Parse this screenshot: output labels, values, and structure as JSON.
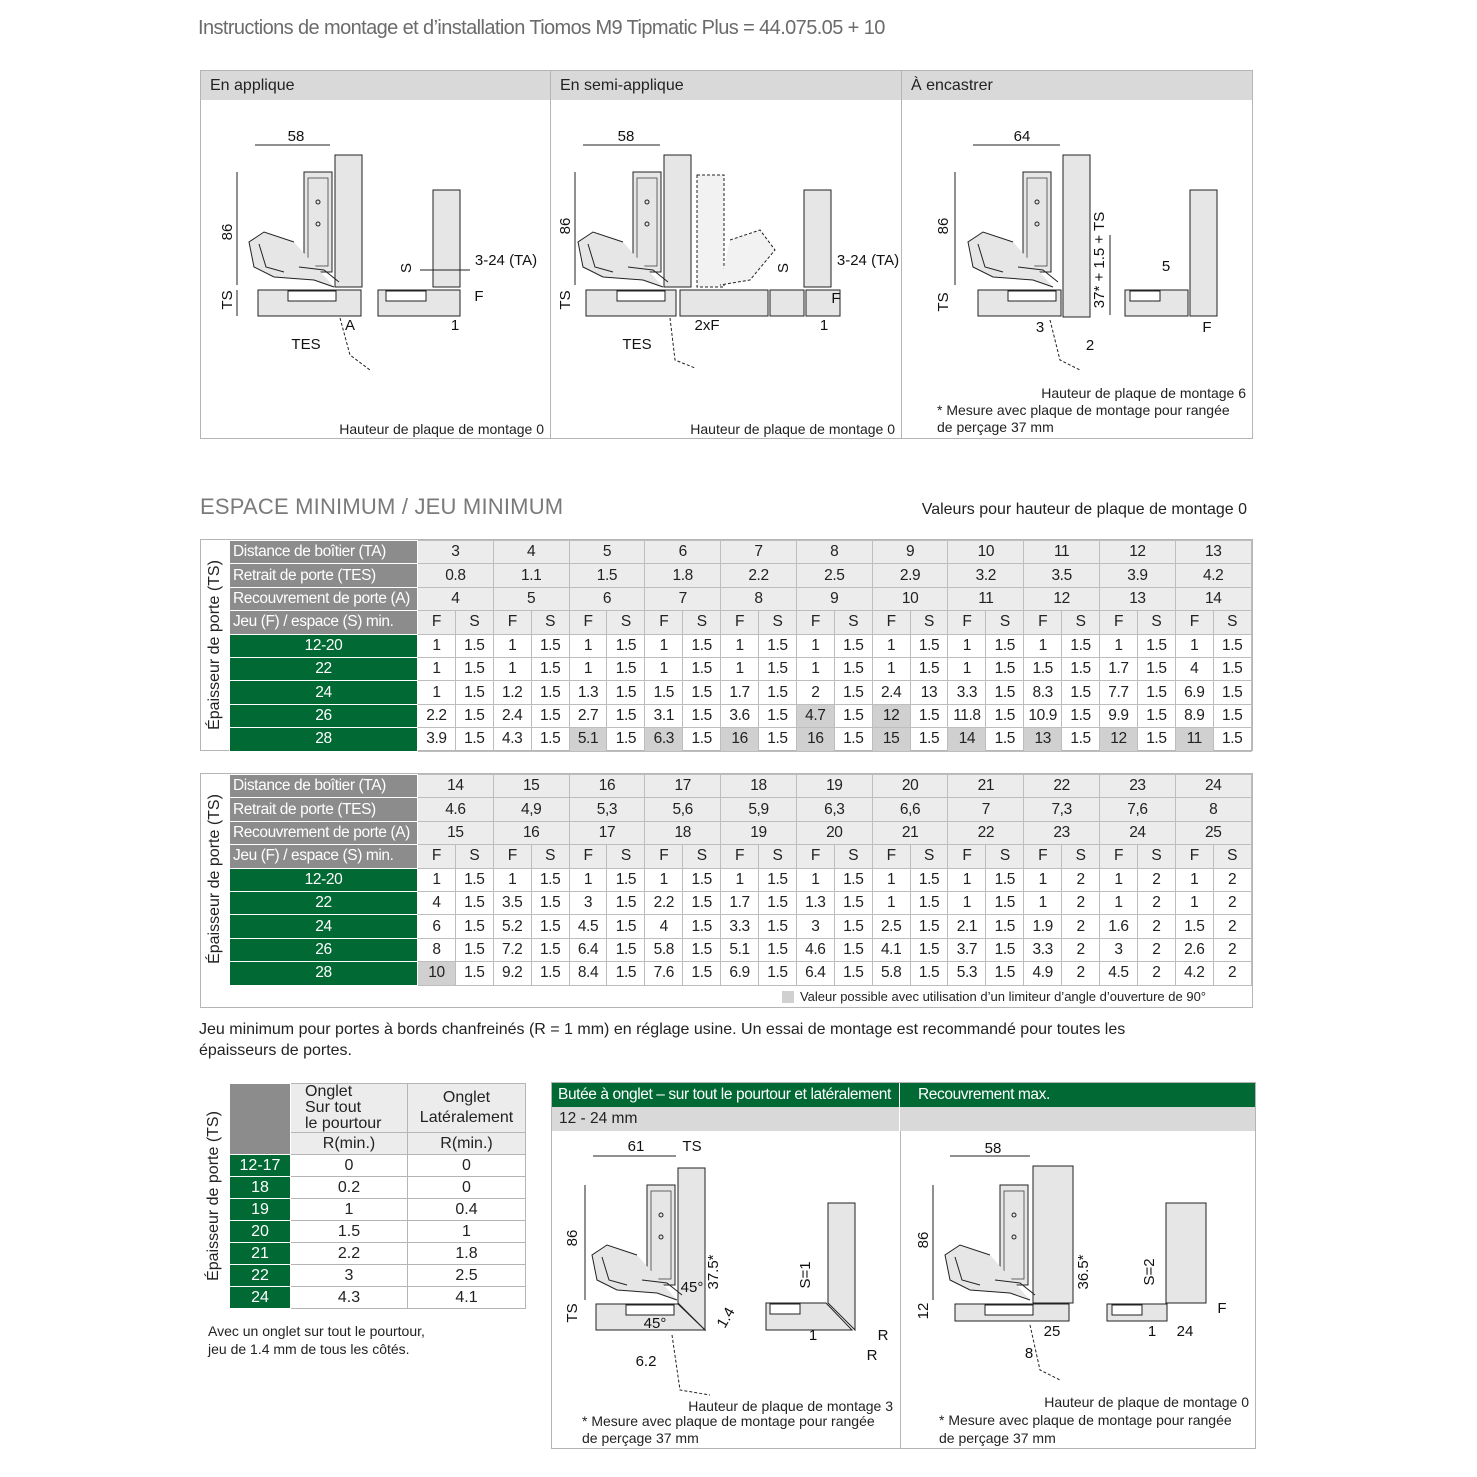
{
  "title": "Instructions de montage et d’installation Tiomos M9 Tipmatic Plus = 44.075.05 + 10",
  "panels": [
    {
      "heading": "En applique",
      "caption": "Hauteur de plaque de montage 0",
      "labels": {
        "width": "58",
        "height": "86",
        "ts": "TS",
        "tes": "TES",
        "a": "A",
        "s": "S",
        "ta": "3-24 (TA)",
        "f": "F",
        "one": "1"
      }
    },
    {
      "heading": "En semi-applique",
      "caption": "Hauteur de plaque de montage 0",
      "labels": {
        "width": "58",
        "height": "86",
        "ts": "TS",
        "tes": "TES",
        "twof": "2xF",
        "s": "S",
        "ta": "3-24 (TA)",
        "f": "F",
        "one": "1"
      }
    },
    {
      "heading": "À encastrer",
      "caption": "Hauteur de plaque de montage 6",
      "footnote": "* Mesure avec plaque de montage pour rangée de perçage 37 mm",
      "labels": {
        "width": "64",
        "height": "86",
        "ts": "TS",
        "formula": "37* + 1.5 + TS",
        "five": "5",
        "three": "3",
        "two": "2",
        "f": "F"
      }
    }
  ],
  "section": {
    "title": "ESPACE MINIMUM / JEU MINIMUM",
    "subtitle": "Valeurs pour hauteur de plaque de montage 0"
  },
  "row_labels": {
    "ta": "Distance de boîtier (TA)",
    "tes": "Retrait de porte (TES)",
    "a": "Recouvrement de porte (A)",
    "fs": "Jeu (F) / espace (S) min.",
    "f": "F",
    "s": "S",
    "vertical": "Épaisseur de porte (TS)"
  },
  "tables": [
    {
      "ta": [
        "3",
        "4",
        "5",
        "6",
        "7",
        "8",
        "9",
        "10",
        "11",
        "12",
        "13"
      ],
      "tes": [
        "0.8",
        "1.1",
        "1.5",
        "1.8",
        "2.2",
        "2.5",
        "2.9",
        "3.2",
        "3.5",
        "3.9",
        "4.2"
      ],
      "a": [
        "4",
        "5",
        "6",
        "7",
        "8",
        "9",
        "10",
        "11",
        "12",
        "13",
        "14"
      ],
      "rows": [
        {
          "ts": "12-20",
          "values": [
            [
              "1",
              "1.5"
            ],
            [
              "1",
              "1.5"
            ],
            [
              "1",
              "1.5"
            ],
            [
              "1",
              "1.5"
            ],
            [
              "1",
              "1.5"
            ],
            [
              "1",
              "1.5"
            ],
            [
              "1",
              "1.5"
            ],
            [
              "1",
              "1.5"
            ],
            [
              "1",
              "1.5"
            ],
            [
              "1",
              "1.5"
            ],
            [
              "1",
              "1.5"
            ]
          ]
        },
        {
          "ts": "22",
          "values": [
            [
              "1",
              "1.5"
            ],
            [
              "1",
              "1.5"
            ],
            [
              "1",
              "1.5"
            ],
            [
              "1",
              "1.5"
            ],
            [
              "1",
              "1.5"
            ],
            [
              "1",
              "1.5"
            ],
            [
              "1",
              "1.5"
            ],
            [
              "1",
              "1.5"
            ],
            [
              "1.5",
              "1.5"
            ],
            [
              "1.7",
              "1.5"
            ],
            [
              "4",
              "1.5"
            ]
          ]
        },
        {
          "ts": "24",
          "values": [
            [
              "1",
              "1.5"
            ],
            [
              "1.2",
              "1.5"
            ],
            [
              "1.3",
              "1.5"
            ],
            [
              "1.5",
              "1.5"
            ],
            [
              "1.7",
              "1.5"
            ],
            [
              "2",
              "1.5"
            ],
            [
              "2.4",
              "13"
            ],
            [
              "3.3",
              "1.5"
            ],
            [
              "8.3",
              "1.5"
            ],
            [
              "7.7",
              "1.5"
            ],
            [
              "6.9",
              "1.5"
            ]
          ]
        },
        {
          "ts": "26",
          "values": [
            [
              "2.2",
              "1.5"
            ],
            [
              "2.4",
              "1.5"
            ],
            [
              "2.7",
              "1.5"
            ],
            [
              "3.1",
              "1.5"
            ],
            [
              "3.6",
              "1.5"
            ],
            [
              "4.7",
              "1.5"
            ],
            [
              "12",
              "1.5"
            ],
            [
              "11.8",
              "1.5"
            ],
            [
              "10.9",
              "1.5"
            ],
            [
              "9.9",
              "1.5"
            ],
            [
              "8.9",
              "1.5"
            ]
          ]
        },
        {
          "ts": "28",
          "values": [
            [
              "3.9",
              "1.5"
            ],
            [
              "4.3",
              "1.5"
            ],
            [
              "5.1",
              "1.5"
            ],
            [
              "6.3",
              "1.5"
            ],
            [
              "16",
              "1.5"
            ],
            [
              "16",
              "1.5"
            ],
            [
              "15",
              "1.5"
            ],
            [
              "14",
              "1.5"
            ],
            [
              "13",
              "1.5"
            ],
            [
              "12",
              "1.5"
            ],
            [
              "11",
              "1.5"
            ]
          ]
        }
      ],
      "shaded": [
        [
          3,
          5
        ],
        [
          3,
          6
        ],
        [
          4,
          2
        ],
        [
          4,
          3
        ],
        [
          4,
          4
        ],
        [
          4,
          5
        ],
        [
          4,
          6
        ],
        [
          4,
          7
        ],
        [
          4,
          8
        ],
        [
          4,
          9
        ],
        [
          4,
          10
        ]
      ]
    },
    {
      "ta": [
        "14",
        "15",
        "16",
        "17",
        "18",
        "19",
        "20",
        "21",
        "22",
        "23",
        "24"
      ],
      "tes": [
        "4.6",
        "4,9",
        "5,3",
        "5,6",
        "5,9",
        "6,3",
        "6,6",
        "7",
        "7,3",
        "7,6",
        "8"
      ],
      "a": [
        "15",
        "16",
        "17",
        "18",
        "19",
        "20",
        "21",
        "22",
        "23",
        "24",
        "25"
      ],
      "rows": [
        {
          "ts": "12-20",
          "values": [
            [
              "1",
              "1.5"
            ],
            [
              "1",
              "1.5"
            ],
            [
              "1",
              "1.5"
            ],
            [
              "1",
              "1.5"
            ],
            [
              "1",
              "1.5"
            ],
            [
              "1",
              "1.5"
            ],
            [
              "1",
              "1.5"
            ],
            [
              "1",
              "1.5"
            ],
            [
              "1",
              "2"
            ],
            [
              "1",
              "2"
            ],
            [
              "1",
              "2"
            ]
          ]
        },
        {
          "ts": "22",
          "values": [
            [
              "4",
              "1.5"
            ],
            [
              "3.5",
              "1.5"
            ],
            [
              "3",
              "1.5"
            ],
            [
              "2.2",
              "1.5"
            ],
            [
              "1.7",
              "1.5"
            ],
            [
              "1.3",
              "1.5"
            ],
            [
              "1",
              "1.5"
            ],
            [
              "1",
              "1.5"
            ],
            [
              "1",
              "2"
            ],
            [
              "1",
              "2"
            ],
            [
              "1",
              "2"
            ]
          ]
        },
        {
          "ts": "24",
          "values": [
            [
              "6",
              "1.5"
            ],
            [
              "5.2",
              "1.5"
            ],
            [
              "4.5",
              "1.5"
            ],
            [
              "4",
              "1.5"
            ],
            [
              "3.3",
              "1.5"
            ],
            [
              "3",
              "1.5"
            ],
            [
              "2.5",
              "1.5"
            ],
            [
              "2.1",
              "1.5"
            ],
            [
              "1.9",
              "2"
            ],
            [
              "1.6",
              "2"
            ],
            [
              "1.5",
              "2"
            ]
          ]
        },
        {
          "ts": "26",
          "values": [
            [
              "8",
              "1.5"
            ],
            [
              "7.2",
              "1.5"
            ],
            [
              "6.4",
              "1.5"
            ],
            [
              "5.8",
              "1.5"
            ],
            [
              "5.1",
              "1.5"
            ],
            [
              "4.6",
              "1.5"
            ],
            [
              "4.1",
              "1.5"
            ],
            [
              "3.7",
              "1.5"
            ],
            [
              "3.3",
              "2"
            ],
            [
              "3",
              "2"
            ],
            [
              "2.6",
              "2"
            ]
          ]
        },
        {
          "ts": "28",
          "values": [
            [
              "10",
              "1.5"
            ],
            [
              "9.2",
              "1.5"
            ],
            [
              "8.4",
              "1.5"
            ],
            [
              "7.6",
              "1.5"
            ],
            [
              "6.9",
              "1.5"
            ],
            [
              "6.4",
              "1.5"
            ],
            [
              "5.8",
              "1.5"
            ],
            [
              "5.3",
              "1.5"
            ],
            [
              "4.9",
              "2"
            ],
            [
              "4.5",
              "2"
            ],
            [
              "4.2",
              "2"
            ]
          ]
        }
      ],
      "shaded": [
        [
          4,
          0
        ]
      ],
      "legend": "Valeur possible avec utilisation d’un limiteur d’angle d’ouverture de 90°"
    }
  ],
  "colors": {
    "green": "#006934",
    "header_gray": "#8c8c8c",
    "shaded": "#d0d0d0"
  },
  "note": "Jeu minimum pour portes à bords chanfreinés (R = 1 mm) en réglage usine. Un essai de montage est recommandé pour toutes les épaisseurs de portes.",
  "onglet": {
    "vertical": "Épaisseur de porte (TS)",
    "col1": "Onglet\nSur tout\nle pourtour",
    "col2": "Onglet\nLatéralement",
    "rmin": "R(min.)",
    "rows": [
      {
        "ts": "12-17",
        "a": "0",
        "b": "0"
      },
      {
        "ts": "18",
        "a": "0.2",
        "b": "0"
      },
      {
        "ts": "19",
        "a": "1",
        "b": "0.4"
      },
      {
        "ts": "20",
        "a": "1.5",
        "b": "1"
      },
      {
        "ts": "21",
        "a": "2.2",
        "b": "1.8"
      },
      {
        "ts": "22",
        "a": "3",
        "b": "2.5"
      },
      {
        "ts": "24",
        "a": "4.3",
        "b": "4.1"
      }
    ],
    "note": "Avec un onglet sur tout le pourtour,\njeu de 1.4 mm de tous les côtés."
  },
  "bottom": {
    "left": {
      "heading": "Butée à onglet – sur tout le pourtour et latéralement",
      "sub": "12 - 24 mm",
      "caption": "Hauteur de plaque de montage 3",
      "footnote1": "* Mesure avec plaque de montage pour rangée",
      "footnote2": "de perçage 37 mm",
      "labels": {
        "width": "61",
        "ts_top": "TS",
        "height": "86",
        "dim": "37.5*",
        "angle1": "45°",
        "angle2": "45°",
        "ts": "TS",
        "gap": "1.4",
        "s": "S=1",
        "one": "1",
        "r1": "R",
        "r2": "R",
        "offset": "6.2"
      }
    },
    "right": {
      "heading": "Recouvrement max.",
      "caption": "Hauteur de plaque de montage 0",
      "footnote1": "* Mesure avec plaque de montage pour rangée",
      "footnote2": "de perçage 37 mm",
      "labels": {
        "width": "58",
        "height": "86",
        "dim": "36.5*",
        "ts": "12",
        "overlay": "25",
        "eight": "8",
        "s": "S=2",
        "f": "F",
        "one": "1",
        "twentyfour": "24"
      }
    }
  }
}
